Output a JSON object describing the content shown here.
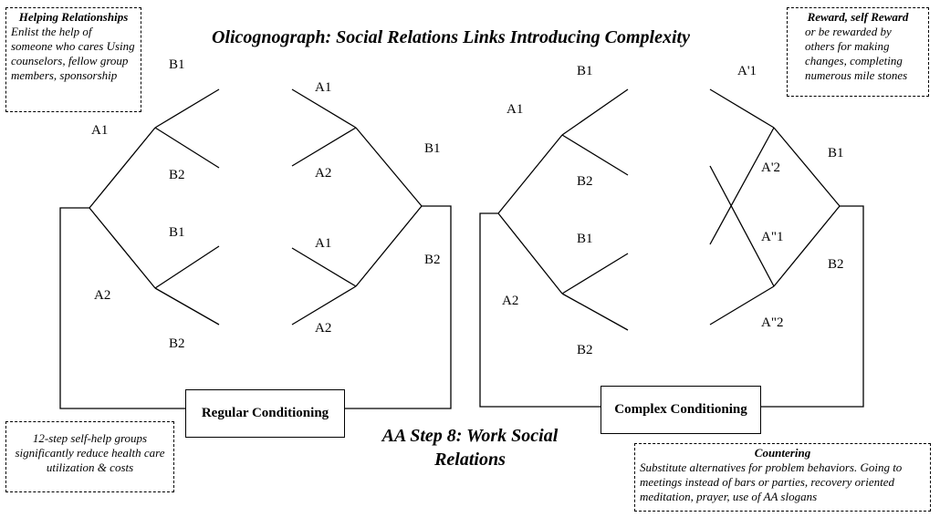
{
  "title": "Olicognograph: Social Relations Links Introducing Complexity",
  "subtitle": "AA Step 8: Work Social Relations",
  "notes": {
    "helping": {
      "title": "Helping Relationships",
      "body": "Enlist the help of someone who cares Using counselors, fellow group members, sponsorship"
    },
    "reward": {
      "title": "Reward, self Reward",
      "body": "or be rewarded by others for making changes, completing numerous mile stones"
    },
    "selfhelp": {
      "body": "12-step self-help groups significantly reduce health care utilization & costs"
    },
    "countering": {
      "title": "Countering",
      "body": "Substitute alternatives for problem behaviors. Going to meetings instead of bars or parties, recovery oriented meditation, prayer, use of AA slogans"
    }
  },
  "boxes": {
    "regular": "Regular Conditioning",
    "complex": "Complex Conditioning"
  },
  "left_labels": {
    "b1_top": "B1",
    "a1_left": "A1",
    "b2_upper": "B2",
    "b1_mid": "B1",
    "a2_left": "A2",
    "b2_bottom": "B2",
    "a1_r_top": "A1",
    "a2_r_upper": "A2",
    "b1_right": "B1",
    "a1_r_low": "A1",
    "b2_right": "B2",
    "a2_r_bottom": "A2"
  },
  "right_labels": {
    "b1_top": "B1",
    "a1_left": "A1",
    "b2_upper": "B2",
    "b1_mid": "B1",
    "a2_left": "A2",
    "b2_bottom": "B2",
    "ap1": "A'1",
    "ap2": "A'2",
    "b1_right": "B1",
    "app1": "A\"1",
    "b2_right": "B2",
    "app2": "A\"2"
  }
}
